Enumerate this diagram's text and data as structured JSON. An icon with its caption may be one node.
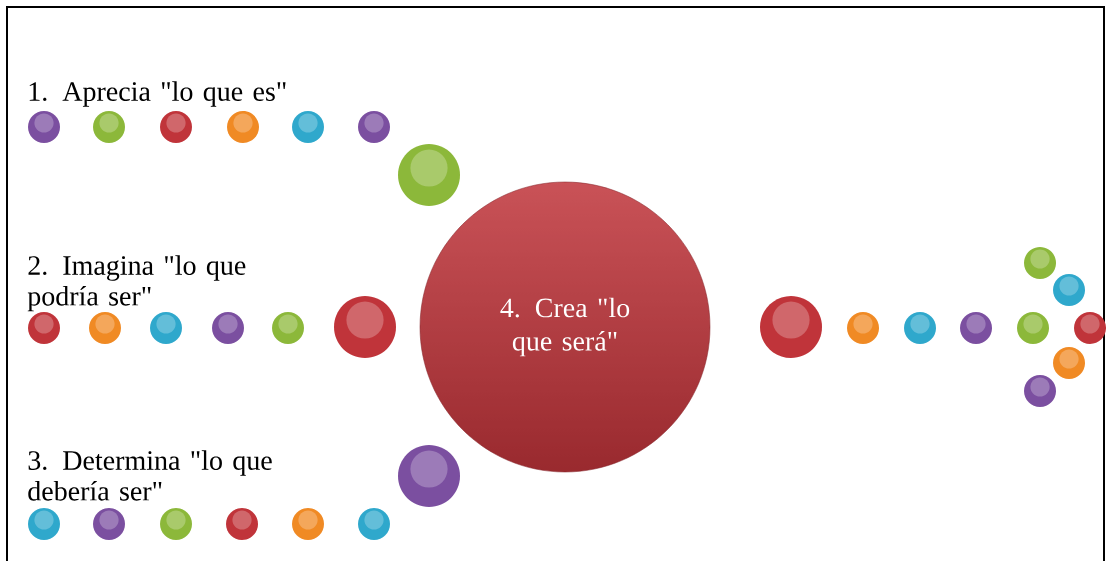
{
  "diagram": {
    "nodes": [
      {
        "text": [
          "4. Crea \"lo que será\""
        ]
      }
    ],
    "labels": [
      "1. Aprecia \"lo que es\"",
      "2. Imagina \"lo que podría ser\"",
      "3. Determina \"lo que debería ser\""
    ]
  }
}
